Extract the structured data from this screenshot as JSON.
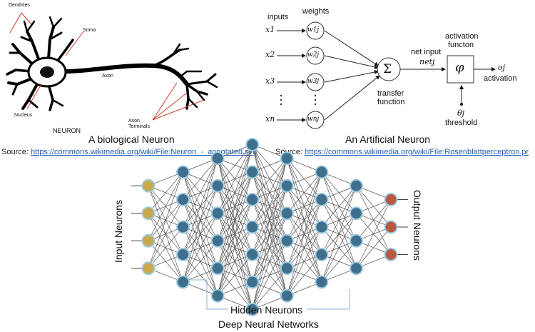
{
  "neuron_bio": {
    "labels": {
      "dendrites": "Dendrites",
      "soma": "Soma",
      "axon": "Axon",
      "nucleus": "Nucleus",
      "axon_terminals_1": "Axon",
      "axon_terminals_2": "Terminals",
      "neuron": "NEURON"
    },
    "caption": "A biological Neuron",
    "source_prefix": "Source: ",
    "source_url": "https://commons.wikimedia.org/wiki/File:Neuron_-_annotated.svg"
  },
  "neuron_art": {
    "inputs": "inputs",
    "weights": "weights",
    "x_vars": [
      "x1",
      "x2",
      "x3",
      "xn"
    ],
    "w_vars": [
      "w1j",
      "w2j",
      "w3j",
      "wnj"
    ],
    "sum_symbol": "Σ",
    "transfer_1": "transfer",
    "transfer_2": "function",
    "net_input_1": "net input",
    "net_input_2": "netj",
    "activation_fn_1": "activation",
    "activation_fn_2": "functon",
    "phi": "φ",
    "output_var": "oj",
    "output_label": "activation",
    "threshold_var": "θj",
    "threshold_label": "threshold",
    "caption": "An Artificial Neuron",
    "source_prefix": "Source: ",
    "source_url": "https://commons.wikimedia.org/wiki/File:Rosenblattperceptron.pr"
  },
  "network": {
    "layers": [
      4,
      5,
      6,
      7,
      6,
      5,
      4,
      3
    ],
    "colors": {
      "input": "#c8a94e",
      "hidden": "#3f6f8c",
      "output": "#b85a42",
      "ring": "#9ecbe0"
    },
    "input_label": "Input Neurons",
    "output_label": "Output Neurons",
    "hidden_label": "Hidden Neurons",
    "caption": "Deep Neural Networks"
  }
}
